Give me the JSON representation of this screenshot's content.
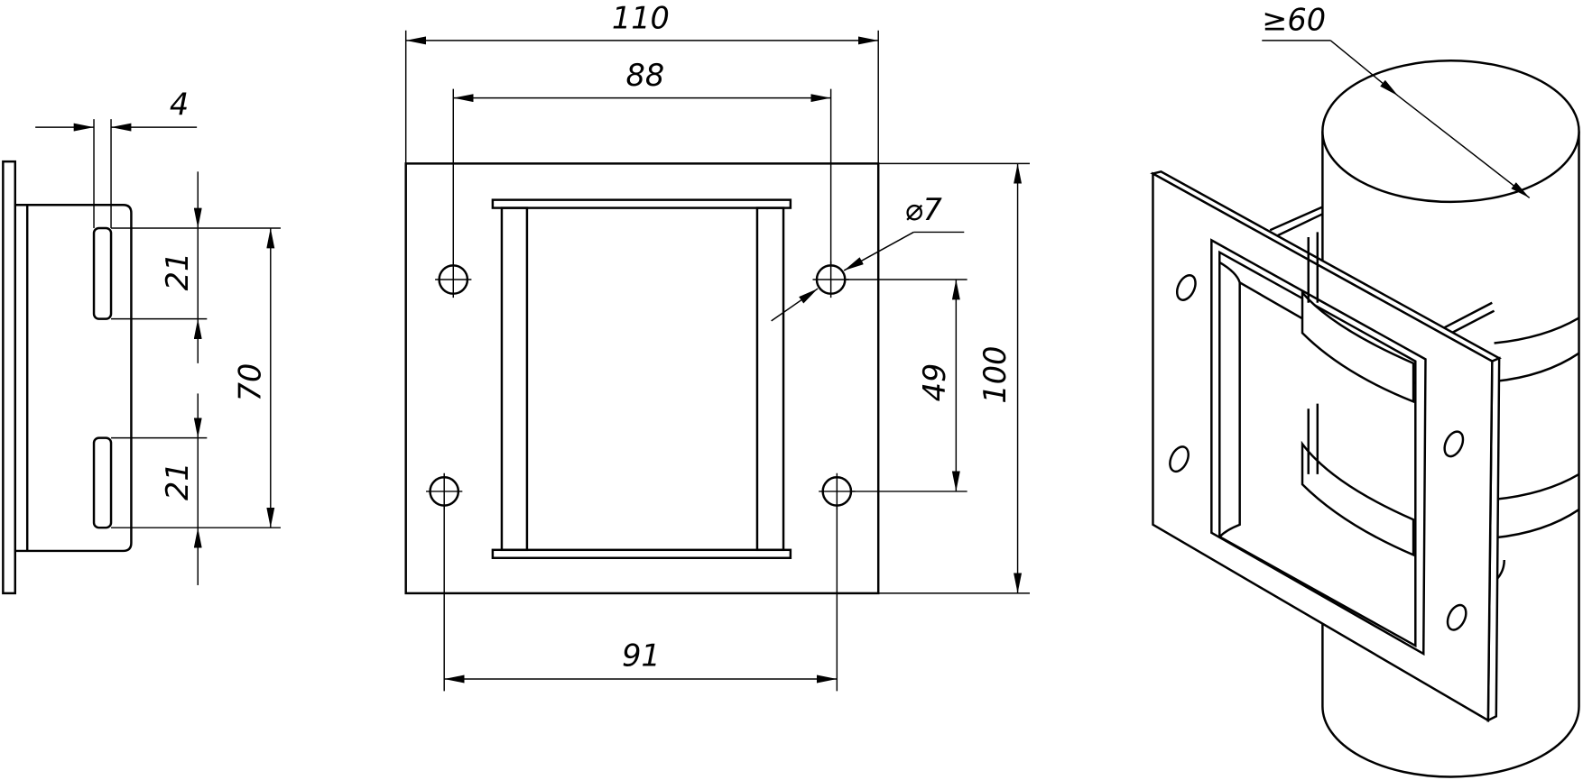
{
  "title": "Bracket mounting drawing",
  "side_view": {
    "dim_thickness": "4",
    "dim_slot_top": "21",
    "dim_slot_bottom": "21",
    "dim_slot_span": "70"
  },
  "front_view": {
    "dim_width": "110",
    "dim_hole_spacing_top": "88",
    "dim_hole_spacing_bottom": "91",
    "dim_hole_vertical": "49",
    "dim_height": "100",
    "dim_hole_diameter": "⌀7"
  },
  "iso_view": {
    "dim_pipe_diameter": "≥60"
  },
  "colors": {
    "line": "#000000",
    "background": "#ffffff"
  }
}
